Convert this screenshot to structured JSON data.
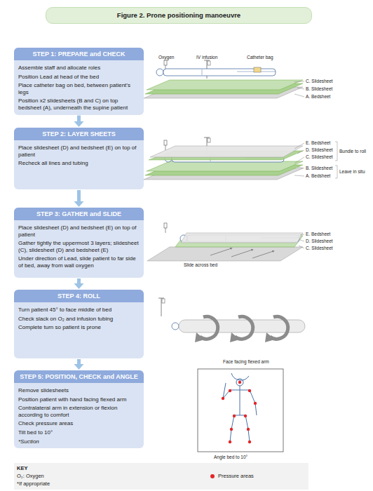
{
  "diagram": {
    "title": "Figure 2. Prone positioning manoeuvre",
    "nodes": [
      {
        "text": [
          "STEP 1: PREPARE and CHECK",
          "Assemble staff and allocate roles",
          "Position Lead at head of the bed",
          "Place catheter bag on bed, between patient’s legs",
          "Position x2 slidesheets (B and C) on top bedsheet (A), underneath the supine patient"
        ]
      },
      {
        "text": [
          "STEP 2: LAYER SHEETS",
          "Place slidesheet (D) and bedsheet (E) on top of patient",
          "Recheck all lines and tubing"
        ]
      },
      {
        "text": [
          "STEP 3: GATHER and SLIDE",
          "Place slidesheet (D) and bedsheet (E) on top of patient",
          "Gather tightly the uppermost 3 layers; slidesheet (C), slidesheet (D) and bedsheet (E)",
          "Under direction of Lead, slide patient to far side of bed, away from wall oxygen"
        ]
      },
      {
        "text": [
          "STEP 4: ROLL",
          "Turn patient 45° to face middle of bed",
          "Check slack on O₂ and infusion tubing",
          "Complete turn so patient is prone"
        ]
      },
      {
        "text": [
          "STEP 5: POSITION, CHECK and ANGLE",
          "Remove slidesheets",
          "Position patient with hand facing flexed arm",
          "Contralateral arm in extension or flexion according to comfort",
          "Check pressure areas",
          "Tilt bed to 10°",
          "*Suction"
        ]
      }
    ],
    "edges": [
      {
        "from": 0,
        "to": 1,
        "arrow": "to"
      },
      {
        "from": 1,
        "to": 2,
        "arrow": "to"
      },
      {
        "from": 2,
        "to": 3,
        "arrow": "to"
      },
      {
        "from": 3,
        "to": 4,
        "arrow": "to"
      }
    ],
    "labels": [
      "Oxygen",
      "IV infusion",
      "Catheter bag",
      "C. Slidesheet",
      "B. Slidesheet",
      "A. Bedsheet",
      "E. Bedsheet",
      "D. Slidesheet",
      "C. Slidesheet",
      "B. Slidesheet",
      "A. Bedsheet",
      "Bundle to roll",
      "Leave in situ",
      "E. Bedsheet",
      "D. Slidesheet",
      "C. Slidesheet",
      "Slide across bed",
      "Face facing flexed arm",
      "Angle bed to 10°",
      "KEY",
      "O₂: Oxygen",
      "*If appropriate"
    ],
    "legend": [
      {
        "text": "Pressure areas",
        "color": "#e3262b"
      }
    ]
  }
}
